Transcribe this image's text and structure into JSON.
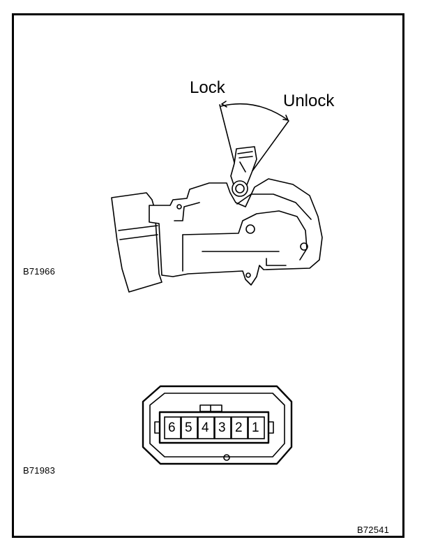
{
  "labels": {
    "lock": "Lock",
    "unlock": "Unlock"
  },
  "figure_codes": {
    "actuator": "B71966",
    "connector": "B71983",
    "sheet": "B72541"
  },
  "connector_pins": [
    "6",
    "5",
    "4",
    "3",
    "2",
    "1"
  ]
}
